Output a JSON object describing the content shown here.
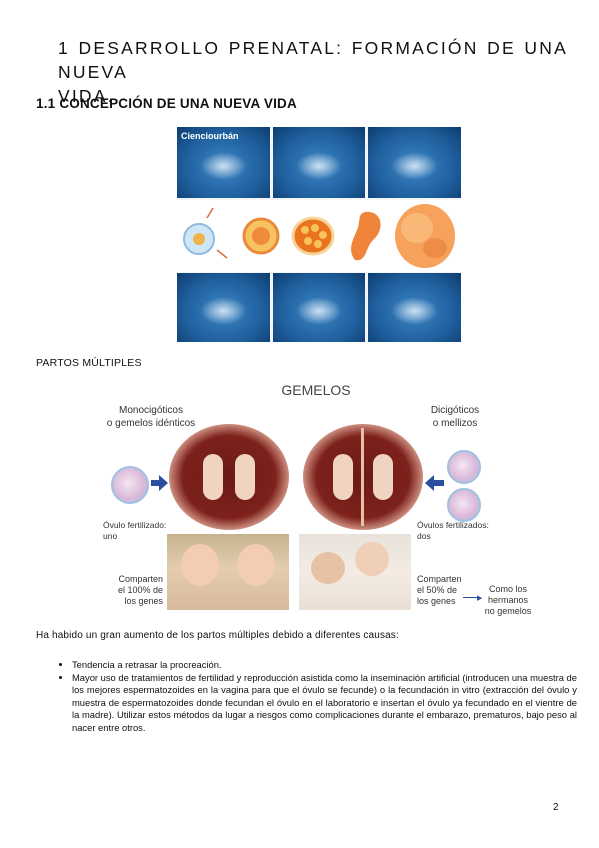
{
  "heading": {
    "line1": "1 DESARROLLO PRENATAL: FORMACIÓN DE UNA NUEVA",
    "line2": "VIDA."
  },
  "subheading": "1.1 CONCEPCIÓN DE UNA NUEVA VIDA",
  "figure1": {
    "watermark": "Cienciourbán"
  },
  "partos_label": "PARTOS MÚLTIPLES",
  "figure2": {
    "title": "GEMELOS",
    "left_label": [
      "Monocigóticos",
      "o gemelos idénticos"
    ],
    "right_label": [
      "Dicigóticos",
      "o mellizos"
    ],
    "left_cell_label": [
      "Óvulo fertilizado:",
      "uno"
    ],
    "right_cell_label": [
      "Óvulos fertilizados:",
      "dos"
    ],
    "left_share": [
      "Comparten",
      "el 100% de",
      "los genes"
    ],
    "right_share": [
      "Comparten",
      "el 50% de",
      "los genes"
    ],
    "siblings": [
      "Como los",
      "hermanos",
      "no gemelos"
    ]
  },
  "intro": "Ha habido un gran aumento de los partos múltiples debido a diferentes causas:",
  "bullets": [
    "Tendencia a retrasar la procreación.",
    "Mayor uso de tratamientos de fertilidad y reproducción asistida como la inseminación artificial (introducen una muestra de los mejores espermatozoides en la vagina para que el óvulo se fecunde) o la fecundación in vitro (extracción del óvulo y muestra de espermatozoides donde fecundan el óvulo en el laboratorio e insertan el óvulo ya fecundado en el vientre de la madre). Utilizar estos métodos da lugar a riesgos como complicaciones durante el embarazo, prematuros, bajo peso al nacer entre otros."
  ],
  "page_number": "2",
  "colors": {
    "ultrasound": "#1f5f9e",
    "womb": "#7d211c",
    "arrow": "#2b4f9e"
  }
}
